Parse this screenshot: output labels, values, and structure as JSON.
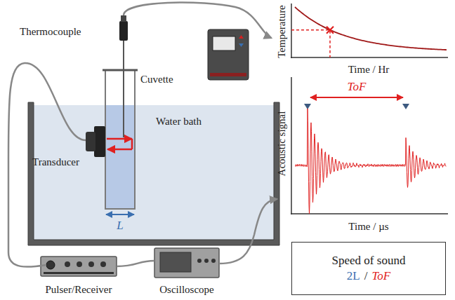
{
  "diagram": {
    "nodes": [
      {
        "text": [
          "Speed of sound",
          "2L",
          "/",
          "ToF"
        ]
      }
    ],
    "labels": [
      "Thermocouple",
      "Temperature",
      "Time / Hr",
      "Cuvette",
      "Water bath",
      "Acoustic signal",
      "ToF",
      "Transducer",
      "L",
      "Time / µs",
      "Pulser/Receiver",
      "Oscilloscope"
    ]
  }
}
